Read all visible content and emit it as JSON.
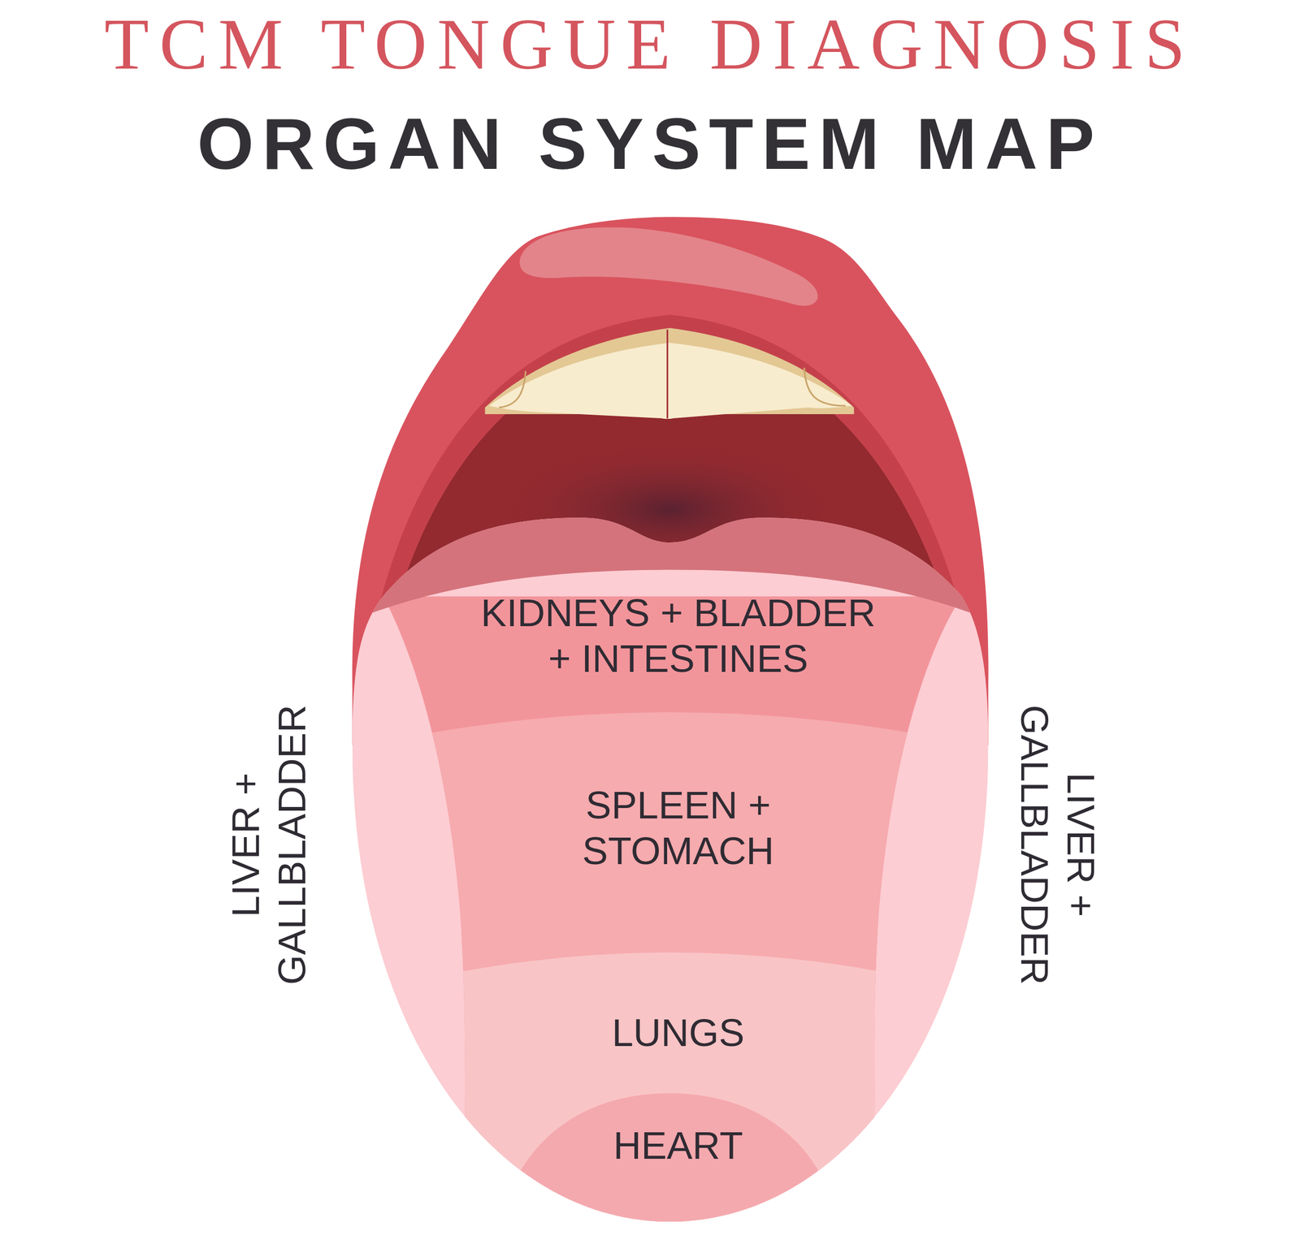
{
  "diagram": {
    "title": "TCM TONGUE DIAGNOSIS",
    "nodes": [
      {
        "text": [
          "KIDNEYS + BLADDER + INTESTINES"
        ]
      },
      {
        "text": [
          "SPLEEN + STOMACH"
        ]
      },
      {
        "text": [
          "LUNGS"
        ]
      },
      {
        "text": [
          "HEART"
        ]
      },
      {
        "text": [
          "LIVER + GALLBLADDER"
        ]
      },
      {
        "text": [
          "LIVER + GALLBLADDER"
        ]
      }
    ],
    "edges": [],
    "labels": [
      "ORGAN SYSTEM MAP"
    ]
  }
}
